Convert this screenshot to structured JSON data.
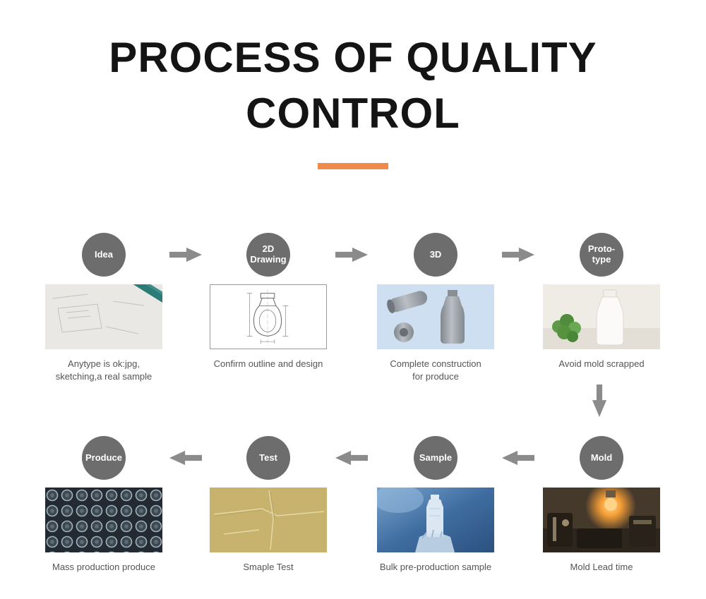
{
  "title": "PROCESS OF QUALITY CONTROL",
  "accent": {
    "divider_color": "#F08A4B",
    "circle_color": "#6D6D6D",
    "arrow_color": "#8B8B8B"
  },
  "steps": [
    {
      "label": "Idea",
      "caption": "Anytype is ok:jpg,\nsketching,a real sample"
    },
    {
      "label": "2D\nDrawing",
      "caption": "Confirm outline and design"
    },
    {
      "label": "3D",
      "caption": "Complete construction\nfor produce"
    },
    {
      "label": "Proto-\ntype",
      "caption": "Avoid mold scrapped"
    },
    {
      "label": "Mold",
      "caption": "Mold Lead time"
    },
    {
      "label": "Sample",
      "caption": "Bulk pre-production sample"
    },
    {
      "label": "Test",
      "caption": "Smaple Test"
    },
    {
      "label": "Produce",
      "caption": "Mass production produce"
    }
  ]
}
